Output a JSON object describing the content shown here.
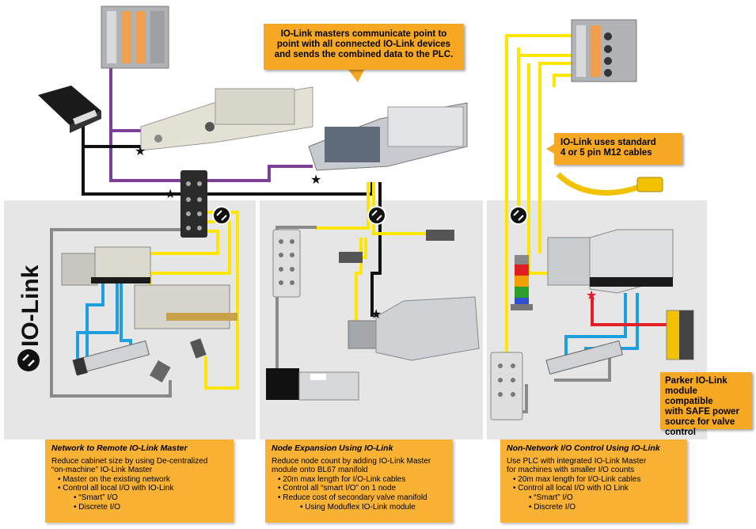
{
  "colors": {
    "panel": "#e6e6e6",
    "orange": "#f7a823",
    "orange_box": "#f9b233",
    "purple_cable": "#7b3f98",
    "black_cable": "#111111",
    "yellow_cable": "#ffe600",
    "blue_cable": "#1ea0e0",
    "gray_cable": "#8a8a8a",
    "red_cable": "#e32028",
    "plc_orange": "#f0a050"
  },
  "brand": {
    "vertical_logo_text": "IO-Link"
  },
  "callouts": {
    "top": [
      "IO-Link masters communicate point to",
      "point with all connected IO-Link devices",
      "and sends the combined data to the PLC."
    ],
    "cables": [
      "IO-Link uses standard",
      "4 or 5 pin M12 cables"
    ],
    "safe": [
      "Parker IO-Link",
      "module compatible",
      "with SAFE power",
      "source for valve",
      "control"
    ]
  },
  "sections": [
    {
      "title": "Network to Remote IO-Link Master",
      "desc": [
        "Reduce cabinet size by using De-centralized",
        "“on-machine” IO-Link Master"
      ],
      "bullets": [
        {
          "level": 1,
          "text": "Master on the existing network"
        },
        {
          "level": 1,
          "text": "Control all local I/O with IO-Link"
        },
        {
          "level": 2,
          "text": "“Smart” I/O"
        },
        {
          "level": 2,
          "text": "Discrete I/O"
        }
      ]
    },
    {
      "title": "Node Expansion Using IO-Link",
      "desc": [
        "Reduce node count by adding IO-Link Master",
        "module onto BL67 manifold"
      ],
      "bullets": [
        {
          "level": 1,
          "text": "20m max length for I/O-Link cables"
        },
        {
          "level": 1,
          "text": "Control all “smart I/O” on 1 node"
        },
        {
          "level": 1,
          "text": "Reduce cost of secondary valve manifold"
        },
        {
          "level": 3,
          "text": "Using Moduflex IO-Link module"
        }
      ]
    },
    {
      "title": "Non-Network I/O Control Using IO-Link",
      "desc": [
        "Use PLC with integrated IO-Link Master",
        "for machines with smaller I/O counts"
      ],
      "bullets": [
        {
          "level": 1,
          "text": "20m max length for I/O-Link cables"
        },
        {
          "level": 1,
          "text": "Control all local I/O with IO Link"
        },
        {
          "level": 2,
          "text": "“Smart” I/O"
        },
        {
          "level": 2,
          "text": "Discrete I/O"
        }
      ]
    }
  ]
}
